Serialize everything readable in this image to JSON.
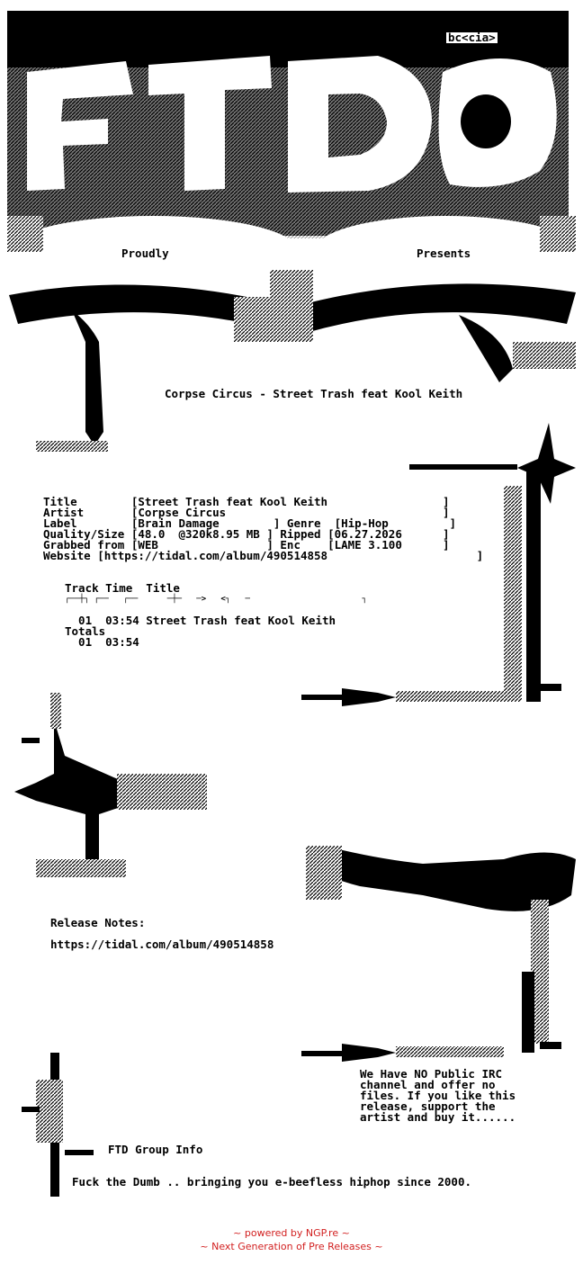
{
  "logo": {
    "tag": "bc<cia>",
    "left_word": "Proudly",
    "right_word": "Presents"
  },
  "release_title": "Corpse Circus - Street Trash feat Kool Keith",
  "info": {
    "line1": "Title        [Street Trash feat Kool Keith                 ]",
    "line2": "Artist       [Corpse Circus                                ]",
    "line3": "Label        [Brain Damage        ] Genre  [Hip-Hop         ]",
    "line4": "Quality/Size [48.0  @320k8.95 MB ] Ripped [06.27.2026      ]",
    "line5": "Grabbed from [WEB                ] Enc    [LAME 3.100      ]",
    "line6": "Website [https://tidal.com/album/490514858                      ]"
  },
  "tracklist": {
    "header": "Track Time  Title",
    "rule": "┌──┼┐ ┌──   ┌──      ─┼─   ─>   <┐   ─                       ┐",
    "row1": "  01  03:54 Street Trash feat Kool Keith",
    "totals_label": "Totals",
    "totals_row": "  01  03:54"
  },
  "notes": {
    "heading": "Release Notes:",
    "url": "https://tidal.com/album/490514858"
  },
  "irc": {
    "line1": "We Have NO Public IRC",
    "line2": "channel and offer no",
    "line3": "files. If you like this",
    "line4": "release, support the",
    "line5": "artist and buy it......"
  },
  "group": {
    "title": "FTD Group Info",
    "tagline": "Fuck the Dumb .. bringing you e-beefless hiphop since 2000."
  },
  "footer": {
    "line1": "~ powered by NGP.re ~",
    "line2": "~ Next Generation of Pre Releases ~"
  }
}
